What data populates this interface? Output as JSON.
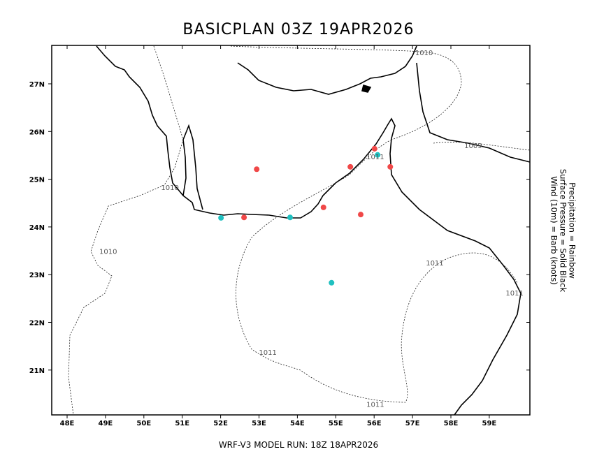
{
  "title": "BASICPLAN 03Z 19APR2026",
  "footer": "WRF-V3 MODEL RUN: 18Z 18APR2026",
  "legend": [
    "Precipitation = Rainbow",
    "Surface Pressure = Solid Black",
    "Wind (10m) = Barb (knots)"
  ],
  "axes": {
    "lon_ticks": [
      48,
      49,
      50,
      51,
      52,
      53,
      54,
      55,
      56,
      57,
      58,
      59
    ],
    "lon_labels": [
      "48E",
      "49E",
      "50E",
      "51E",
      "52E",
      "53E",
      "54E",
      "55E",
      "56E",
      "57E",
      "58E",
      "59E"
    ],
    "lat_ticks": [
      21,
      22,
      23,
      24,
      25,
      26,
      27
    ],
    "lat_labels": [
      "21N",
      "22N",
      "23N",
      "24N",
      "25N",
      "26N",
      "27N"
    ]
  },
  "pressure_labels": [
    {
      "text": "1010",
      "lon": 57.3,
      "lat": 27.66
    },
    {
      "text": "1009",
      "lon": 58.58,
      "lat": 25.71
    },
    {
      "text": "1011",
      "lon": 56.03,
      "lat": 25.48
    },
    {
      "text": "1010",
      "lon": 50.68,
      "lat": 24.83
    },
    {
      "text": "1010",
      "lon": 49.07,
      "lat": 23.49
    },
    {
      "text": "1011",
      "lon": 57.58,
      "lat": 23.25
    },
    {
      "text": "1011",
      "lon": 59.66,
      "lat": 22.62
    },
    {
      "text": "1011",
      "lon": 53.23,
      "lat": 21.38
    },
    {
      "text": "1011",
      "lon": 56.03,
      "lat": 20.29
    }
  ],
  "precip_points": [
    {
      "lon": 52.94,
      "lat": 25.21,
      "color": "#f04848"
    },
    {
      "lon": 52.61,
      "lat": 24.2,
      "color": "#f04848"
    },
    {
      "lon": 54.68,
      "lat": 24.41,
      "color": "#f04848"
    },
    {
      "lon": 55.65,
      "lat": 24.26,
      "color": "#f04848"
    },
    {
      "lon": 55.38,
      "lat": 25.26,
      "color": "#f04848"
    },
    {
      "lon": 56.01,
      "lat": 25.64,
      "color": "#f04848"
    },
    {
      "lon": 56.42,
      "lat": 25.26,
      "color": "#f04848"
    },
    {
      "lon": 52.01,
      "lat": 24.19,
      "color": "#20c0c0"
    },
    {
      "lon": 53.81,
      "lat": 24.2,
      "color": "#20c0c0"
    },
    {
      "lon": 54.89,
      "lat": 22.83,
      "color": "#20c0c0"
    },
    {
      "lon": 56.09,
      "lat": 25.51,
      "color": "#20c0c0"
    }
  ]
}
